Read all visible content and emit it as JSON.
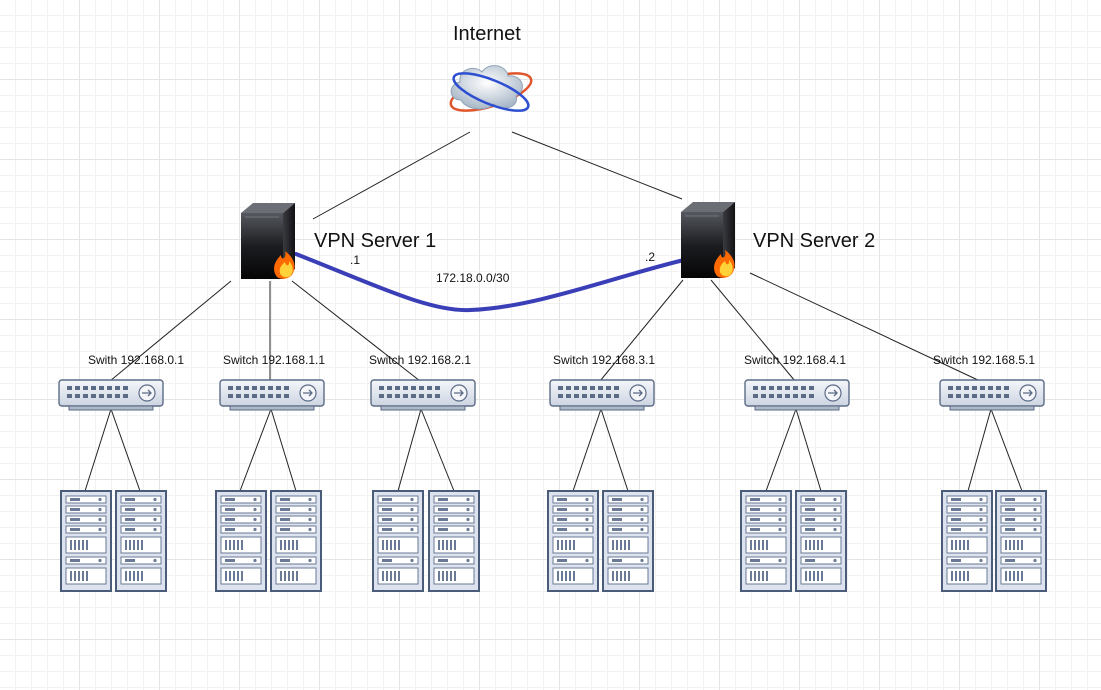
{
  "diagram": {
    "internet_label": "Internet",
    "servers": [
      {
        "label": "VPN Server 1",
        "ip_suffix": ".1"
      },
      {
        "label": "VPN Server 2",
        "ip_suffix": ".2"
      }
    ],
    "tunnel_subnet": "172.18.0.0/30",
    "switches": [
      {
        "label": "Swith 192.168.0.1"
      },
      {
        "label": "Switch 192.168.1.1"
      },
      {
        "label": "Switch 192.168.2.1"
      },
      {
        "label": "Switch 192.168.3.1"
      },
      {
        "label": "Switch 192.168.4.1"
      },
      {
        "label": "Switch 192.168.5.1"
      }
    ],
    "colors": {
      "tunnel": "#3a3fb8",
      "link": "#222222",
      "device_fill": "#dde3ee",
      "device_stroke": "#4a5c7a"
    }
  }
}
